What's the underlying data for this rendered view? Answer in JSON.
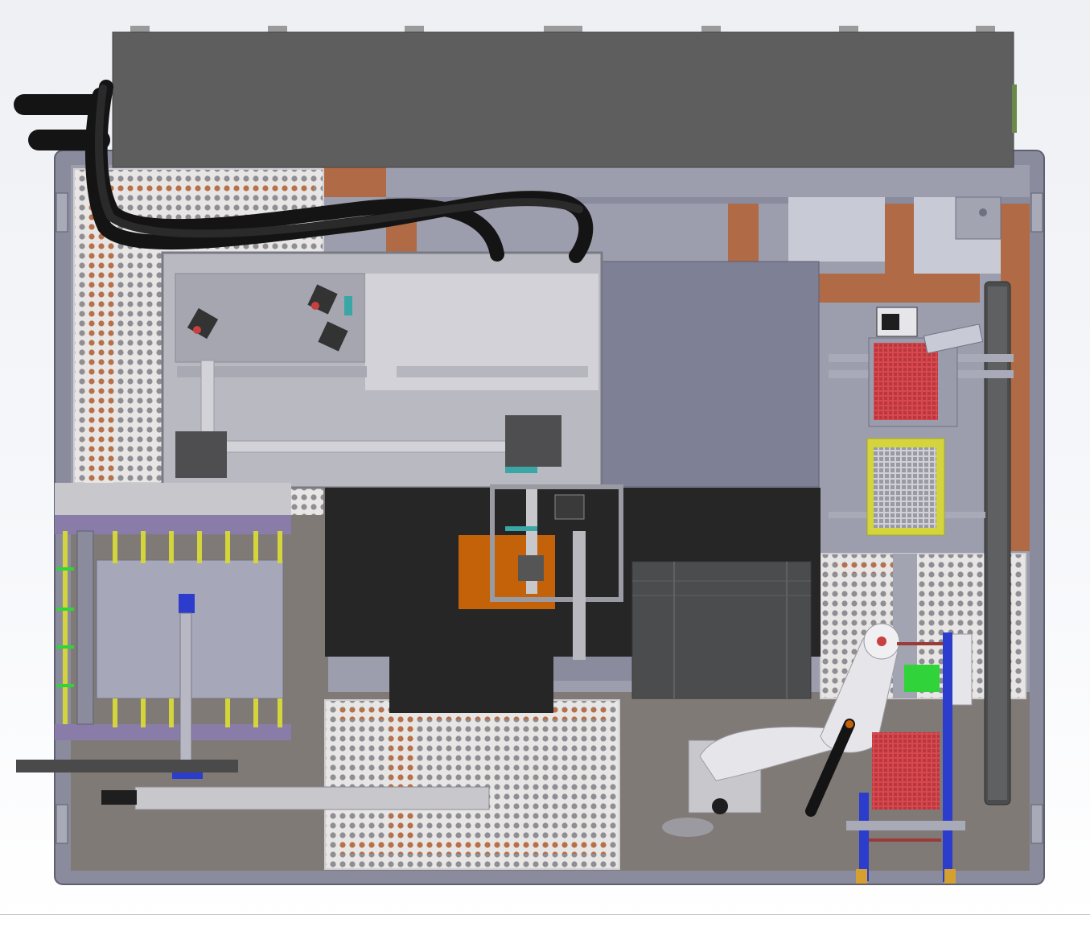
{
  "viewport": {
    "background_top": "#eef0f4",
    "background_bottom": "#ffffff"
  },
  "colors": {
    "frame": "#8a8c9e",
    "frame_dark": "#6f7182",
    "base_plate": "#807a76",
    "enclosure_top": "#5e5e5e",
    "copper": "#b06a45",
    "mesh_bg": "#e8e6e4",
    "mesh_hole_grey": "#8e8e94",
    "mesh_hole_copper": "#b8704a",
    "glass_panel": "#b9b9c2",
    "black_block": "#262626",
    "orange_pad": "#c4620a",
    "red_tray": "#d8484e",
    "yellow": "#d4d43c",
    "blue": "#2c3ccc",
    "green": "#30d43a",
    "cable": "#141414",
    "robot_arm": "#e6e6ea"
  },
  "components": {
    "enclosure": "top-enclosure",
    "cable_bundle": "cable-bundle",
    "glass_housing": "glass-housing",
    "left_fixture": "left-fixture",
    "robot": "scara-robot",
    "conveyor": "right-conveyor"
  }
}
